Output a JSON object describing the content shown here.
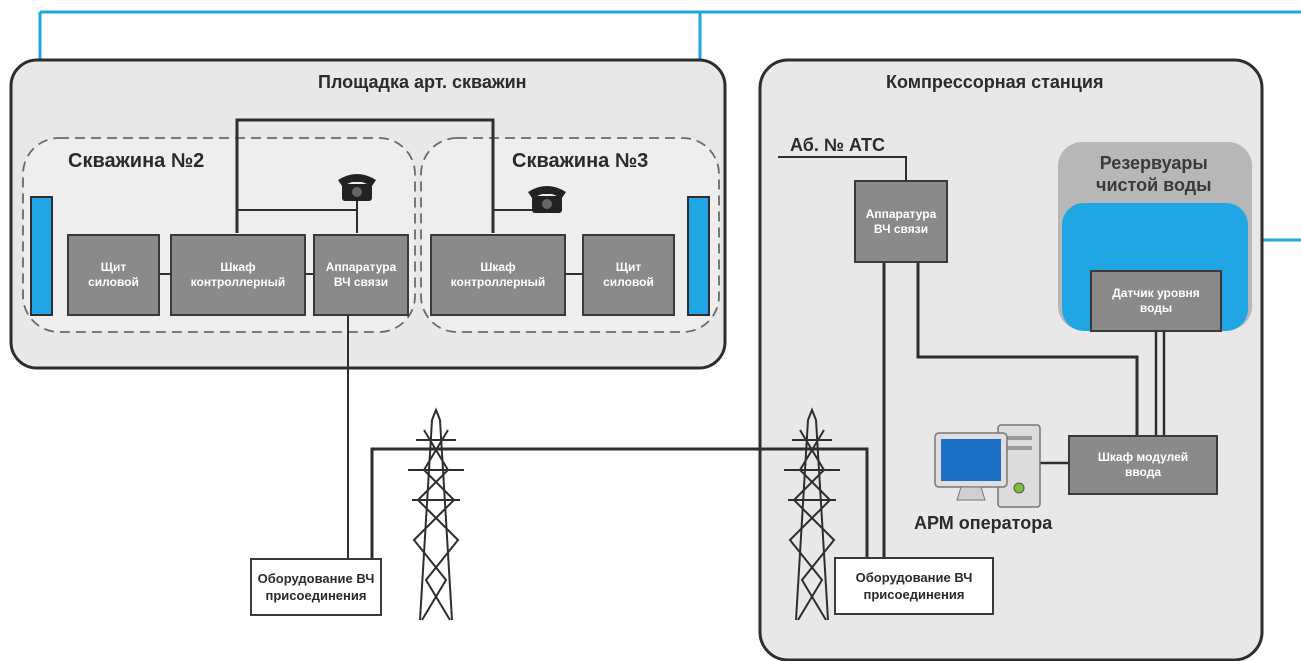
{
  "colors": {
    "accent_blue": "#1fa6e3",
    "panel_fill": "#e8e8e8",
    "box_fill": "#8a8a8a",
    "line": "#2e2e2e",
    "reservoir_gray": "#b7b7b7"
  },
  "site_wells": {
    "title": "Площадка арт. скважин"
  },
  "well2": {
    "title": "Скважина №2",
    "power_panel": "Щит\nсиловой",
    "controller_cabinet": "Шкаф\nконтроллерный",
    "hf_equipment": "Аппаратура\nВЧ связи",
    "phone_icon": "phone-icon"
  },
  "well3": {
    "title": "Скважина №3",
    "controller_cabinet": "Шкаф\nконтроллерный",
    "power_panel": "Щит\nсиловой",
    "phone_icon": "phone-icon"
  },
  "compressor": {
    "title": "Компрессорная станция",
    "ats_label": "Аб. № АТС",
    "hf_equipment": "Аппаратура\nВЧ связи",
    "reservoirs": "Резервуары\nчистой воды",
    "level_sensor": "Датчик уровня\nводы",
    "input_modules": "Шкаф модулей\nввода",
    "operator": "АРМ оператора",
    "computer_icon": "computer-icon"
  },
  "coupling_left": "Оборудование ВЧ\nприсоединения",
  "coupling_right": "Оборудование ВЧ\nприсоединения",
  "tower_icon": "power-tower-icon"
}
